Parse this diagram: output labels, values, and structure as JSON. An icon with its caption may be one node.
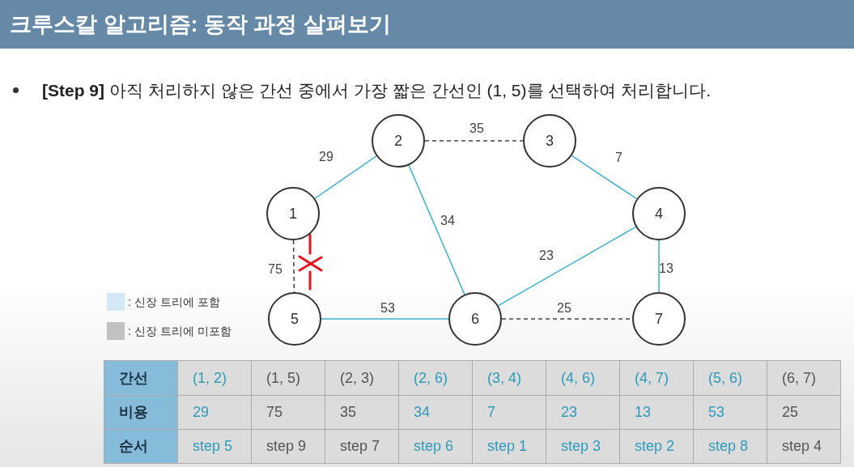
{
  "diagram": {
    "title": "크루스칼 알고리즘: 동작 과정 살펴보기",
    "nodes": [
      {
        "text": [
          "1"
        ]
      },
      {
        "text": [
          "2"
        ]
      },
      {
        "text": [
          "3"
        ]
      },
      {
        "text": [
          "4"
        ]
      },
      {
        "text": [
          "5"
        ]
      },
      {
        "text": [
          "6"
        ]
      },
      {
        "text": [
          "7"
        ]
      }
    ],
    "edges": [
      {
        "from": 0,
        "to": 1,
        "arrow": "none",
        "label": "29"
      },
      {
        "from": 0,
        "to": 4,
        "arrow": "none",
        "label": "75",
        "style": "dashed",
        "color": "#444444"
      },
      {
        "from": 1,
        "to": 2,
        "arrow": "none",
        "label": "35",
        "style": "dashed",
        "color": "#444444"
      },
      {
        "from": 1,
        "to": 5,
        "arrow": "none",
        "label": "34"
      },
      {
        "from": 2,
        "to": 3,
        "arrow": "none",
        "label": "7"
      },
      {
        "from": 3,
        "to": 5,
        "arrow": "none",
        "label": "23"
      },
      {
        "from": 3,
        "to": 6,
        "arrow": "none",
        "label": "13"
      },
      {
        "from": 4,
        "to": 5,
        "arrow": "none",
        "label": "53"
      },
      {
        "from": 5,
        "to": 6,
        "arrow": "none",
        "label": "25",
        "style": "dashed",
        "color": "#444444"
      }
    ],
    "labels": [
      "**[Step 9]** 아직 처리하지 않은 간선 중에서 가장 짧은 간선인 (1, 5)를 선택하여 처리합니다.",
      "간선",
      "(1, 2)",
      "(1, 5)",
      "(2, 3)",
      "(2, 6)",
      "(3, 4)",
      "(4, 6)",
      "(4, 7)",
      "(5, 6)",
      "(6, 7)",
      "비용",
      "29",
      "75",
      "35",
      "34",
      "7",
      "23",
      "13",
      "53",
      "25",
      "순서",
      "step 5",
      "step 9",
      "step 7",
      "step 6",
      "step 1",
      "step 3",
      "step 2",
      "step 8",
      "step 4"
    ],
    "legend": [
      {
        "text": ": 신장 트리에 포함",
        "color": "#d4e9f5"
      },
      {
        "text": ": 신장 트리에 미포함",
        "color": "#c2c2c2"
      }
    ]
  }
}
